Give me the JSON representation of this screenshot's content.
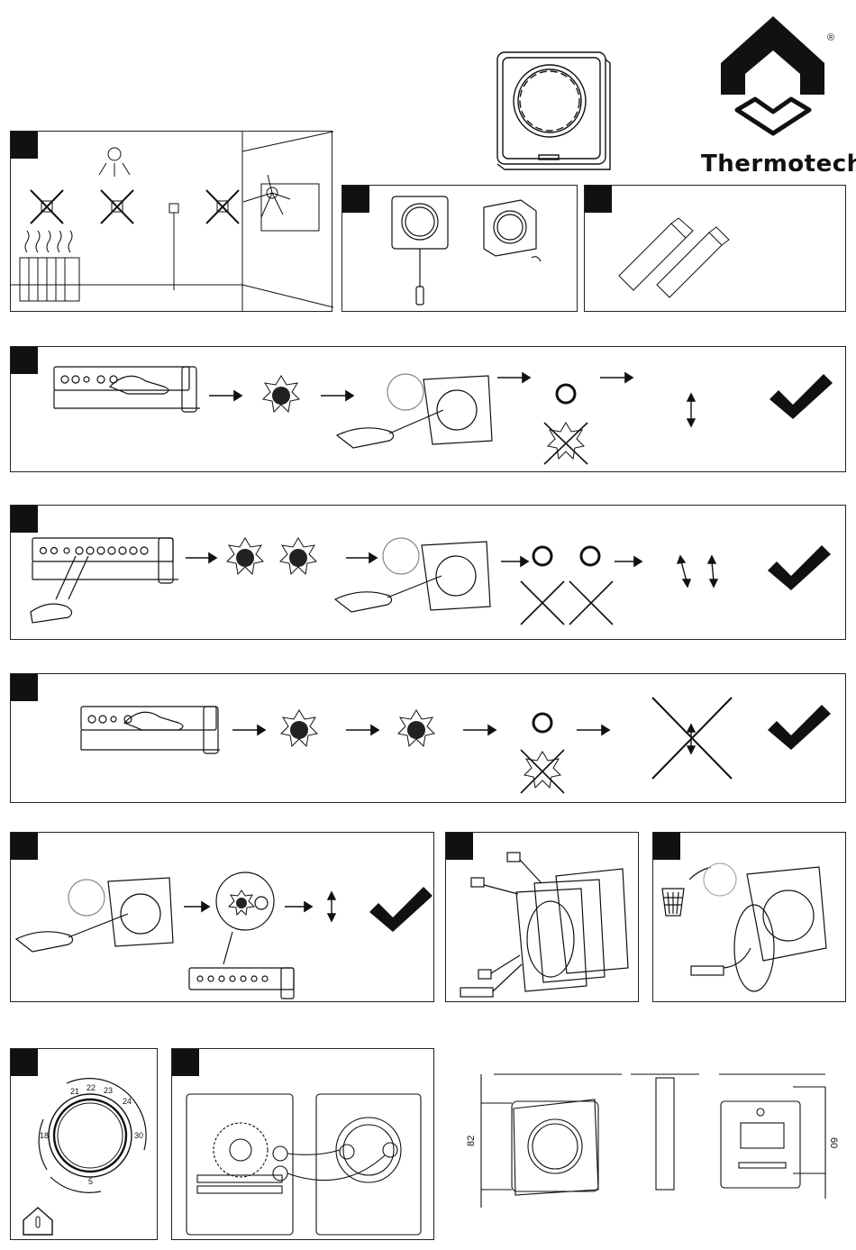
{
  "brand": {
    "name": "Thermotech",
    "registered_mark": "®"
  },
  "dial": {
    "scale": [
      "5",
      "18",
      "21",
      "22",
      "23",
      "24",
      "30"
    ]
  },
  "dimensions": {
    "height": "82",
    "depth": "60"
  }
}
